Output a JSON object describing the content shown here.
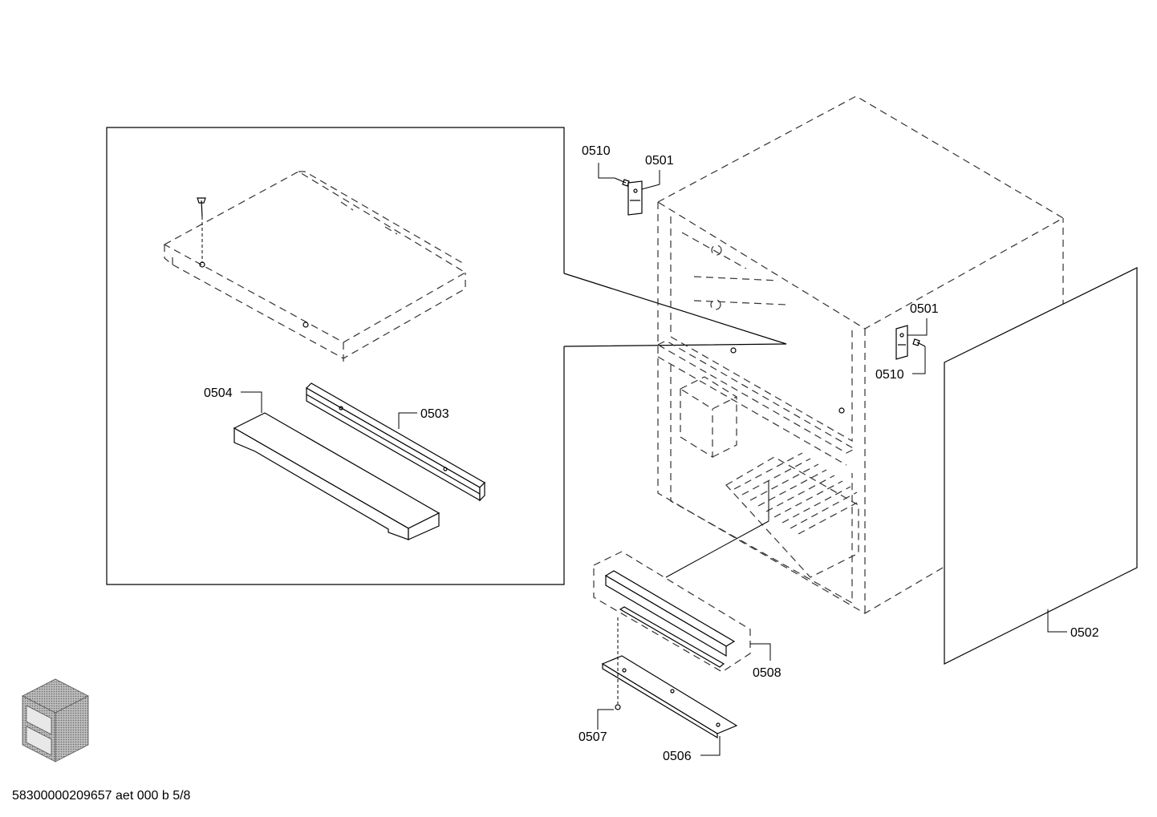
{
  "callouts": {
    "c0510_top": "0510",
    "c0501_top": "0501",
    "c0501_right": "0501",
    "c0510_right": "0510",
    "c0504": "0504",
    "c0503": "0503",
    "c0502": "0502",
    "c0508": "0508",
    "c0507": "0507",
    "c0506": "0506"
  },
  "footer": {
    "document_id": "58300000209657 aet 000 b 5/8"
  }
}
